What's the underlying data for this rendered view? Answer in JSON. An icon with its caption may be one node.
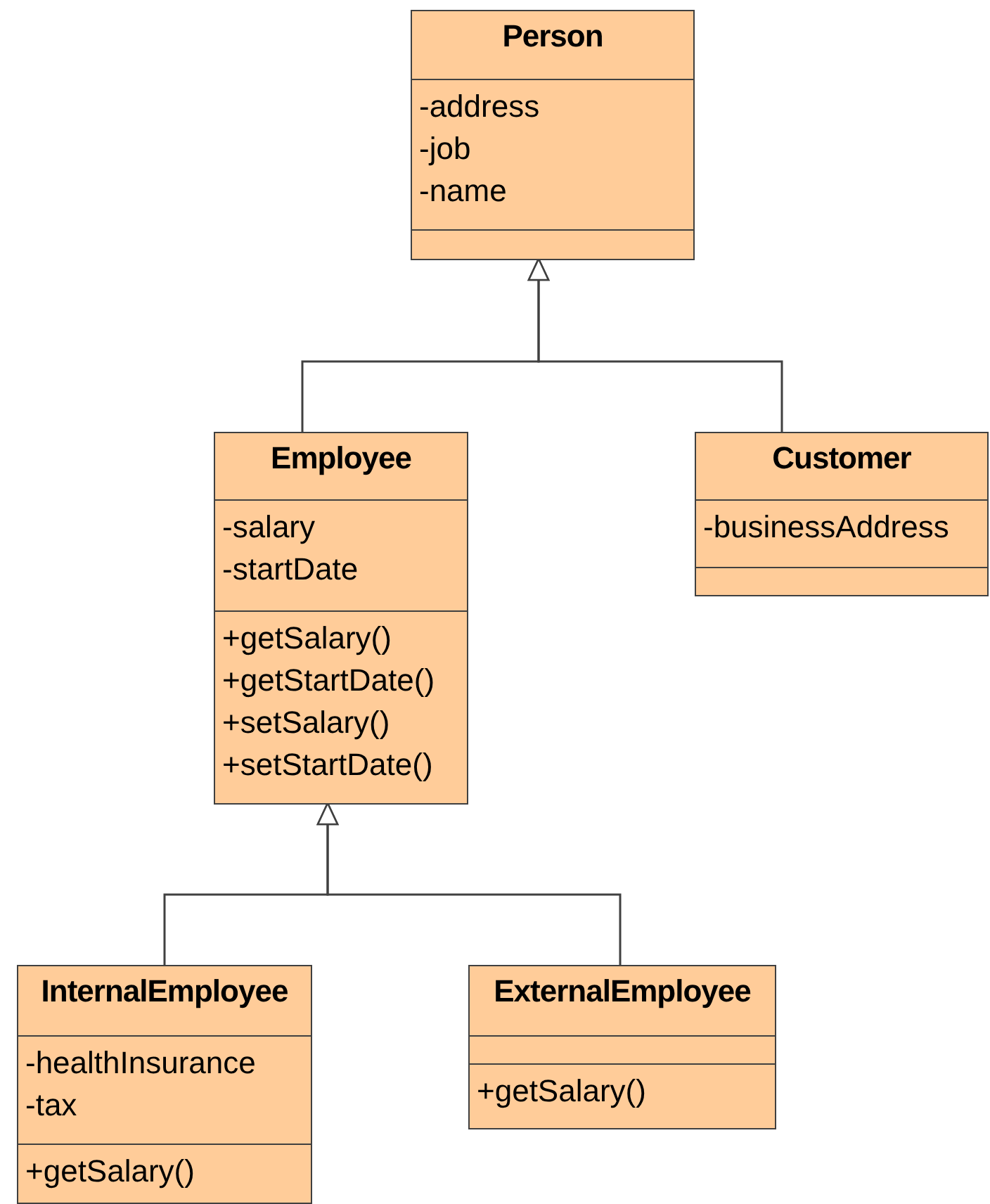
{
  "diagram": {
    "nodes": [
      {
        "text": [
          "Person"
        ]
      },
      {
        "text": [
          "-address",
          "-job",
          "-name"
        ],
        "in": 0
      },
      {
        "text": [],
        "shape": "box",
        "in": 0
      },
      {
        "text": [
          "Employee"
        ]
      },
      {
        "text": [
          "-salary",
          "-startDate"
        ],
        "in": 3
      },
      {
        "text": [
          "+getSalary()",
          "+getStartDate()",
          "+setSalary()",
          "+setStartDate()"
        ],
        "in": 3
      },
      {
        "text": [
          "Customer"
        ]
      },
      {
        "text": [
          "-businessAddress"
        ],
        "in": 6
      },
      {
        "text": [],
        "shape": "box",
        "in": 6
      },
      {
        "text": [
          "InternalEmployee"
        ]
      },
      {
        "text": [
          "-healthInsurance",
          "-tax"
        ],
        "in": 9
      },
      {
        "text": [
          "+getSalary()"
        ],
        "in": 9
      },
      {
        "text": [
          "ExternalEmployee"
        ]
      },
      {
        "text": [],
        "shape": "box",
        "in": 12
      },
      {
        "text": [
          "+getSalary()"
        ],
        "in": 12
      }
    ],
    "edges": [
      {
        "from": 3,
        "to": 0,
        "arrow": "to"
      },
      {
        "from": 6,
        "to": 0,
        "arrow": "to"
      },
      {
        "from": 9,
        "to": 3,
        "arrow": "to"
      },
      {
        "from": 12,
        "to": 3,
        "arrow": "to"
      }
    ]
  }
}
